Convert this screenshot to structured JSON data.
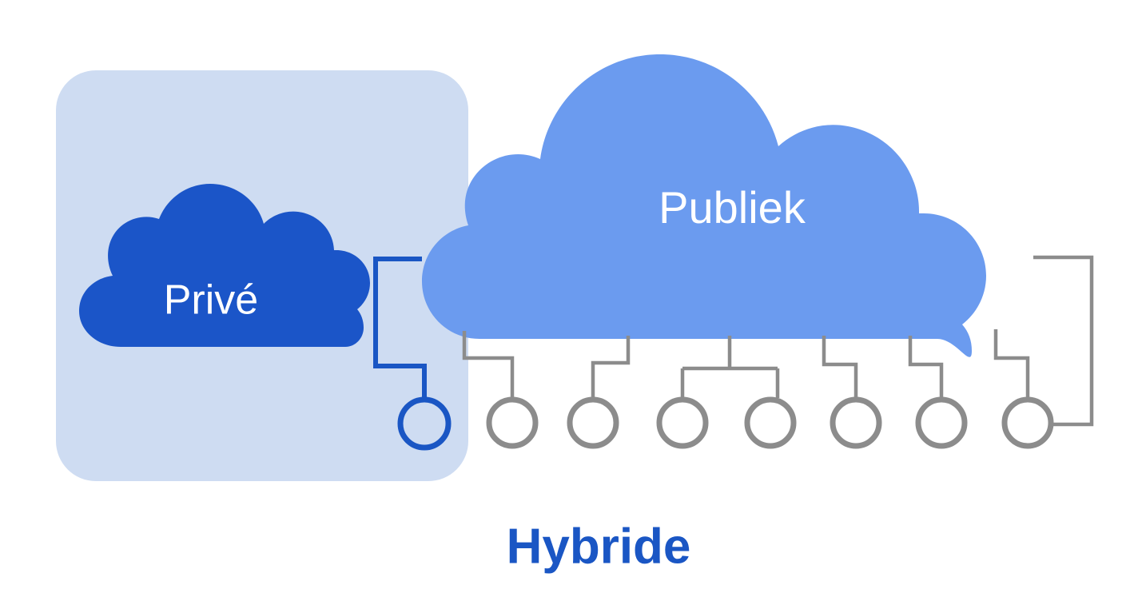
{
  "diagram": {
    "caption": "Hybride",
    "caption_color": "#1a56c4",
    "background_color": "#ffffff",
    "private_zone": {
      "panel_color": "#cedcf2",
      "cloud_color": "#1b55c8",
      "cloud_label": "Privé",
      "cloud_label_color": "#ffffff",
      "connector_color": "#1a56c4",
      "node_count": 1
    },
    "public_zone": {
      "cloud_color": "#6b9bef",
      "cloud_label": "Publiek",
      "cloud_label_color": "#ffffff",
      "connector_color": "#8c8c8c",
      "node_count": 7
    }
  }
}
